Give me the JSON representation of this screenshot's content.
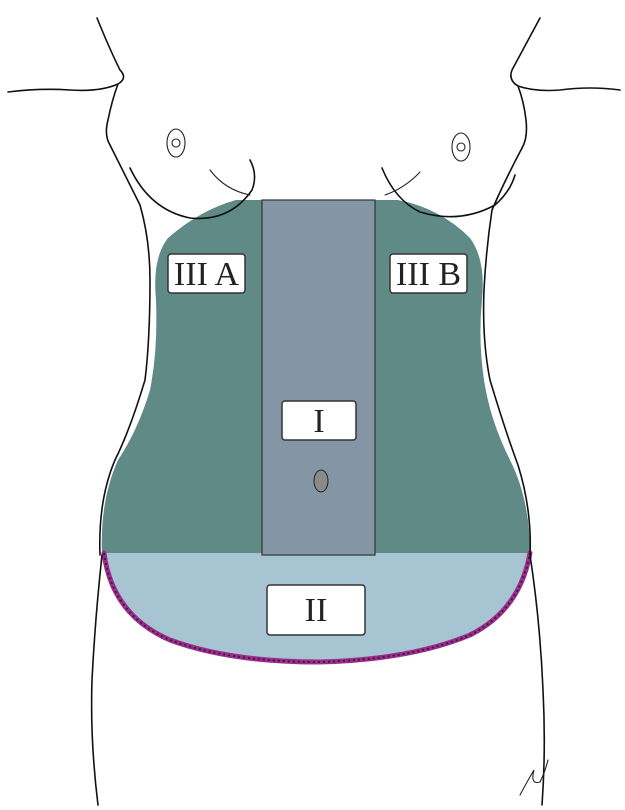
{
  "zones": [
    {
      "id": "I",
      "label": "I",
      "color": "#8496a5"
    },
    {
      "id": "II",
      "label": "II",
      "color": "#a7c4d2"
    },
    {
      "id": "IIIA",
      "label": "III A",
      "color": "#5f8a86"
    },
    {
      "id": "IIIB",
      "label": "III B",
      "color": "#5f8a86"
    }
  ],
  "colors": {
    "outline": "#111111",
    "incision": "#9b2d8a",
    "umbilicus": "#8a8a8a"
  },
  "icons": {
    "signature": "artist-signature"
  }
}
